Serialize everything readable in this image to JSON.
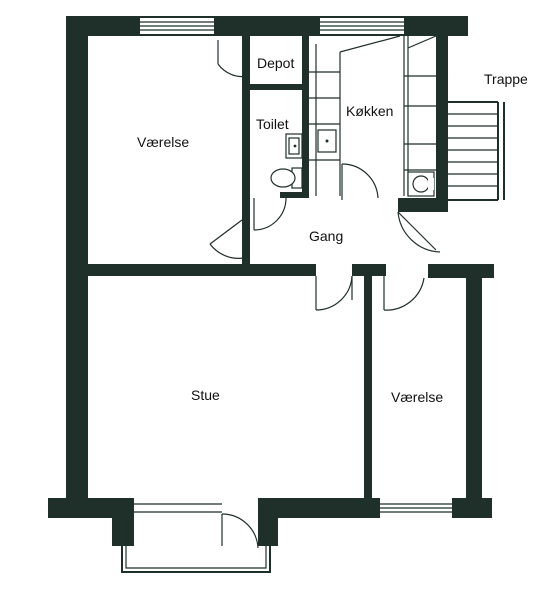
{
  "rooms": {
    "vaerelse_top": "Værelse",
    "depot": "Depot",
    "toilet": "Toilet",
    "kokken": "Køkken",
    "trappe": "Trappe",
    "gang": "Gang",
    "stue": "Stue",
    "vaerelse_bottom": "Værelse"
  },
  "colors": {
    "wall": "#1f2f29",
    "paper": "#ffffff"
  }
}
